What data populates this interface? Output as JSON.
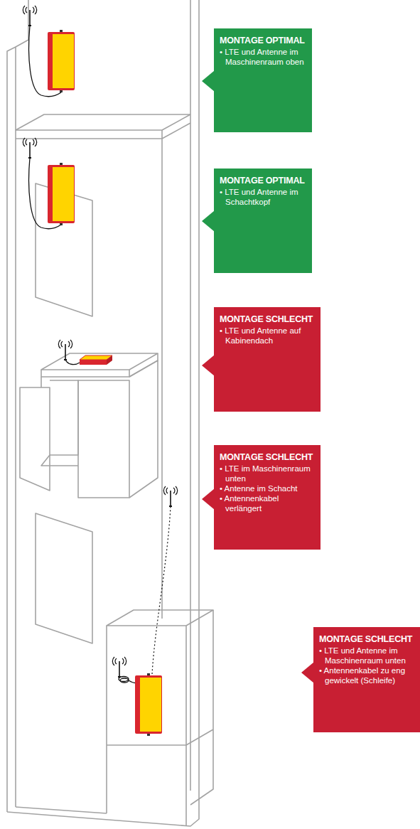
{
  "diagram": {
    "nodes": [
      {
        "text": [
          "MONTAGE OPTIMAL",
          "• LTE und Antenne im Maschinenraum oben"
        ]
      },
      {
        "text": [
          "MONTAGE OPTIMAL",
          "• LTE und Antenne im Schachtkopf"
        ]
      },
      {
        "text": [
          "MONTAGE SCHLECHT",
          "• LTE und Antenne auf Kabinendach"
        ]
      },
      {
        "text": [
          "MONTAGE SCHLECHT",
          "• LTE im Maschinenraum unten",
          "• Antenne im Schacht",
          "• Antennenkabel verlängert"
        ]
      },
      {
        "text": [
          "MONTAGE SCHLECHT",
          "• LTE und Antenne im Maschinenraum unten",
          "• Antennenkabel zu eng gewickelt (Schleife)"
        ]
      }
    ]
  }
}
